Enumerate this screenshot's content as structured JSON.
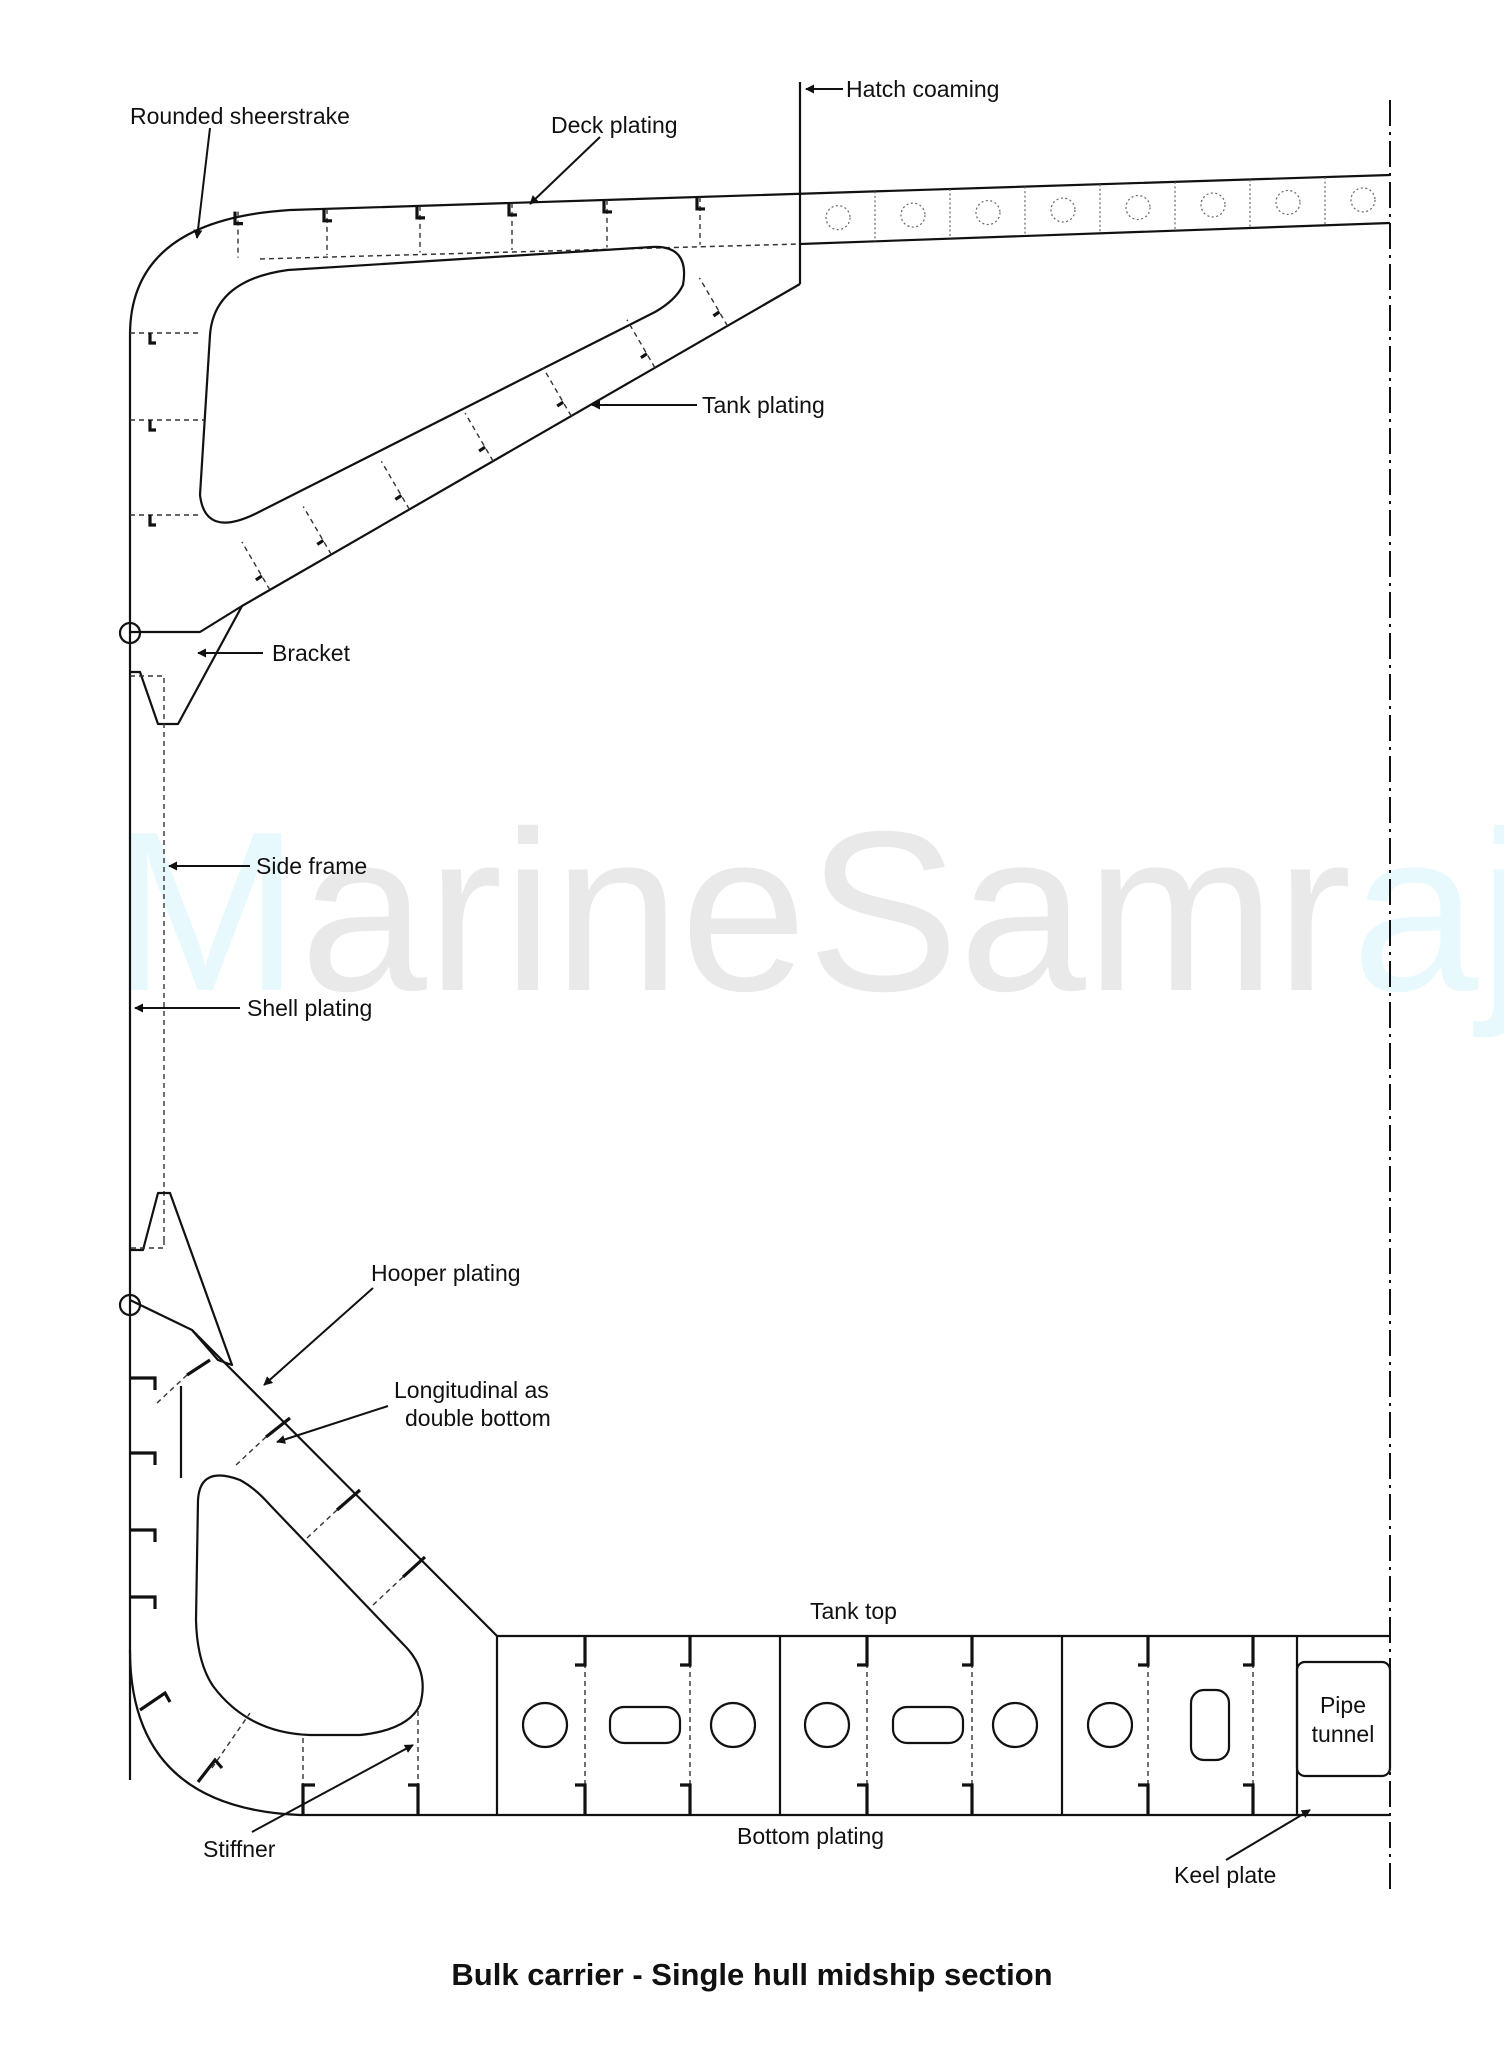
{
  "title": "Bulk carrier - Single hull midship section",
  "watermark": {
    "left": "M",
    "middle": "arineSamr",
    "right": "aj",
    "accent_color": "#e8f9fd",
    "base_color": "#e9e9e9"
  },
  "labels": {
    "rounded_sheerstrake": "Rounded sheerstrake",
    "deck_plating": "Deck plating",
    "hatch_coaming": "Hatch coaming",
    "tank_plating": "Tank plating",
    "bracket": "Bracket",
    "side_frame": "Side frame",
    "shell_plating": "Shell plating",
    "hooper_plating": "Hooper plating",
    "longitudinal_line1": "Longitudinal as",
    "longitudinal_line2": "double bottom",
    "tank_top": "Tank top",
    "pipe_line1": "Pipe",
    "pipe_line2": "tunnel",
    "stiffner": "Stiffner",
    "bottom_plating": "Bottom plating",
    "keel_plate": "Keel plate"
  },
  "colors": {
    "line": "#111111",
    "background": "#ffffff"
  }
}
